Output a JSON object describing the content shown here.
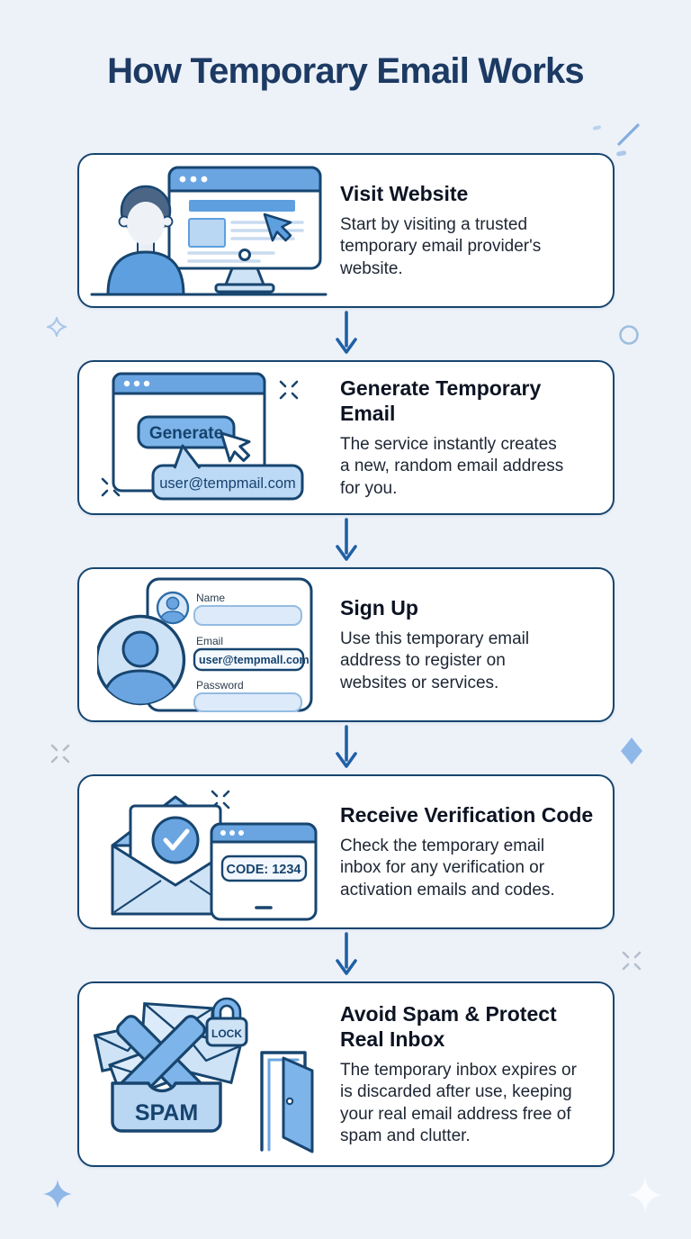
{
  "page": {
    "title": "How Temporary Email Works"
  },
  "steps": [
    {
      "title": "Visit Website",
      "description": "Start by visiting a trusted\ntemporary email provider's\nwebsite."
    },
    {
      "title": "Generate Temporary\nEmail",
      "description": "The service instantly creates\na new, random email address\nfor you.",
      "illustration": {
        "button_label": "Generate",
        "bubble_text": "user@tempmail.com"
      }
    },
    {
      "title": "Sign Up",
      "description": "Use this temporary email\naddress to register on\nwebsites or services.",
      "illustration": {
        "name_label": "Name",
        "email_label": "Email",
        "email_value": "user@tempmall.com",
        "password_label": "Password"
      }
    },
    {
      "title": "Receive Verification Code",
      "description": "Check the temporary email\ninbox for any verification or\nactivation emails and codes.",
      "illustration": {
        "code_text": "CODE: 1234"
      }
    },
    {
      "title": "Avoid Spam & Protect\nReal Inbox",
      "description": "The temporary inbox expires or\nis discarded after use, keeping\nyour real email address free of\nspam and clutter.",
      "illustration": {
        "spam_label": "SPAM",
        "lock_label": "LOCK"
      }
    }
  ],
  "colors": {
    "background": "#edf2f9",
    "card_background": "#ffffff",
    "card_border": "#17456f",
    "title_text": "#1c3a63",
    "heading_text": "#0c1322",
    "body_text": "#1e2633",
    "accent_blue": "#5e9fdf",
    "light_blue": "#cfe3f6",
    "arrow": "#2160a5"
  }
}
